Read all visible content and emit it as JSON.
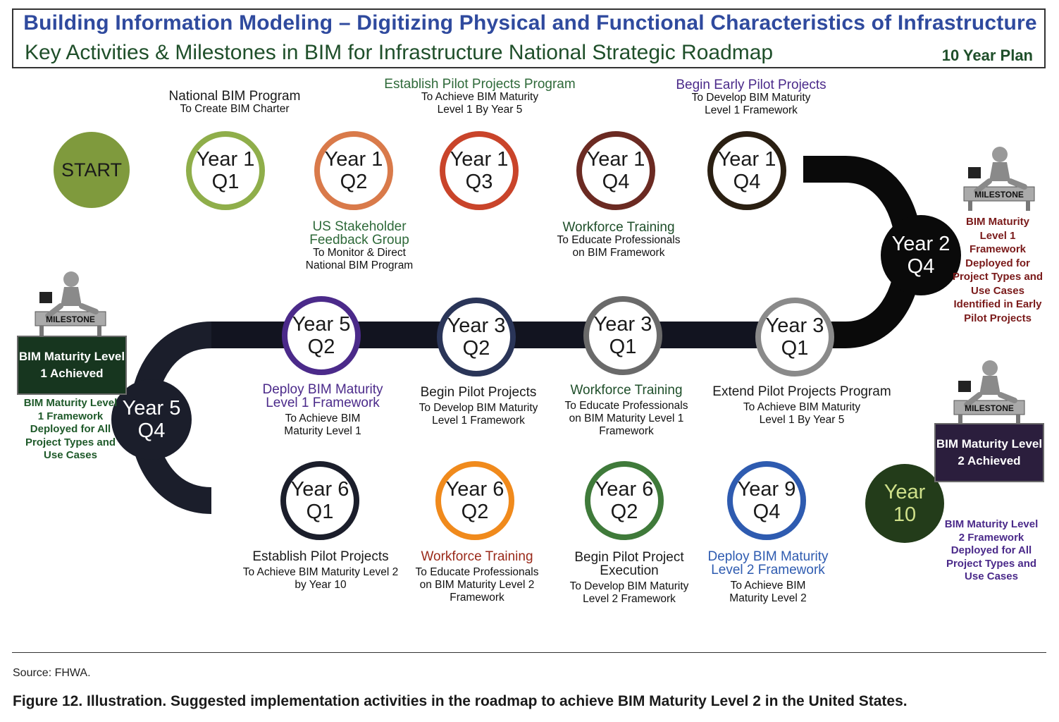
{
  "header": {
    "title": "Building Information Modeling – Digitizing Physical and Functional Characteristics of Infrastructure",
    "subtitle": "Key Activities & Milestones in BIM for Infrastructure National Strategic Roadmap",
    "plan": "10 Year Plan"
  },
  "nodes": {
    "start": "START",
    "y1q1": [
      "Year 1",
      "Q1"
    ],
    "y1q2": [
      "Year 1",
      "Q2"
    ],
    "y1q3": [
      "Year 1",
      "Q3"
    ],
    "y1q4a": [
      "Year 1",
      "Q4"
    ],
    "y1q4b": [
      "Year 1",
      "Q4"
    ],
    "y2q4": [
      "Year 2",
      "Q4"
    ],
    "y3q1a": [
      "Year 3",
      "Q1"
    ],
    "y3q1b": [
      "Year 3",
      "Q1"
    ],
    "y3q2": [
      "Year 3",
      "Q2"
    ],
    "y5q2": [
      "Year 5",
      "Q2"
    ],
    "y5q4": [
      "Year 5",
      "Q4"
    ],
    "y6q1": [
      "Year 6",
      "Q1"
    ],
    "y6q2a": [
      "Year 6",
      "Q2"
    ],
    "y6q2b": [
      "Year 6",
      "Q2"
    ],
    "y9q4": [
      "Year 9",
      "Q4"
    ],
    "y10": [
      "Year",
      "10"
    ]
  },
  "activities": {
    "national_bim": {
      "title": "National BIM Program",
      "sub": "To Create BIM Charter"
    },
    "pilot_program": {
      "title": "Establish Pilot Projects Program",
      "sub": "To Achieve BIM Maturity Level 1 By Year 5"
    },
    "early_pilots": {
      "title": "Begin Early Pilot Projects",
      "sub": "To Develop BIM Maturity Level 1 Framework"
    },
    "stakeholder": {
      "title": "US Stakeholder Feedback Group",
      "sub": "To Monitor & Direct National BIM Program"
    },
    "training1": {
      "title": "Workforce Training",
      "sub": "To Educate Professionals on BIM Framework"
    },
    "deploy_l1": {
      "title": "Deploy BIM Maturity Level 1 Framework",
      "sub": "To Achieve BIM Maturity Level 1"
    },
    "begin_pilots": {
      "title": "Begin Pilot Projects",
      "sub": "To Develop BIM Maturity Level 1 Framework"
    },
    "training2": {
      "title": "Workforce Training",
      "sub": "To Educate Professionals on BIM Maturity Level 1 Framework"
    },
    "extend_pilots": {
      "title": "Extend Pilot Projects Program",
      "sub": "To Achieve BIM Maturity Level 1 By Year 5"
    },
    "establish_pilots": {
      "title": "Establish Pilot Projects",
      "sub": "To Achieve BIM Maturity Level 2 by Year 10"
    },
    "training3": {
      "title": "Workforce Training",
      "sub": "To Educate Professionals on BIM Maturity Level 2 Framework"
    },
    "pilot_exec": {
      "title": "Begin Pilot Project Execution",
      "sub": "To Develop BIM Maturity Level 2 Framework"
    },
    "deploy_l2": {
      "title": "Deploy BIM Maturity Level 2 Framework",
      "sub": "To Achieve BIM Maturity Level 2"
    }
  },
  "milestones": {
    "sign": "MILESTONE",
    "m1_text": "BIM Maturity Level 1 Framework Deployed for Project Types and Use Cases Identified in Early Pilot Projects",
    "m2_box": "BIM Maturity Level 1 Achieved",
    "m2_text": "BIM Maturity Level 1 Framework Deployed for All Project Types and Use Cases",
    "m3_box": "BIM Maturity Level 2 Achieved",
    "m3_text": "BIM Maturity Level 2 Framework Deployed for All Project Types and Use Cases"
  },
  "footer": {
    "source": "Source: FHWA.",
    "caption": "Figure 12. Illustration. Suggested implementation activities in the roadmap to achieve BIM Maturity Level 2 in the United States."
  },
  "colors": {
    "title_blue": "#2f4a9e",
    "green_dark": "#1f4f2a",
    "road_dark": "#1b1e2b",
    "start_green": "#7f9a3d",
    "accent_orange": "#f08a1c",
    "maroon": "#6b1a1a",
    "purple": "#4b2a8a"
  }
}
